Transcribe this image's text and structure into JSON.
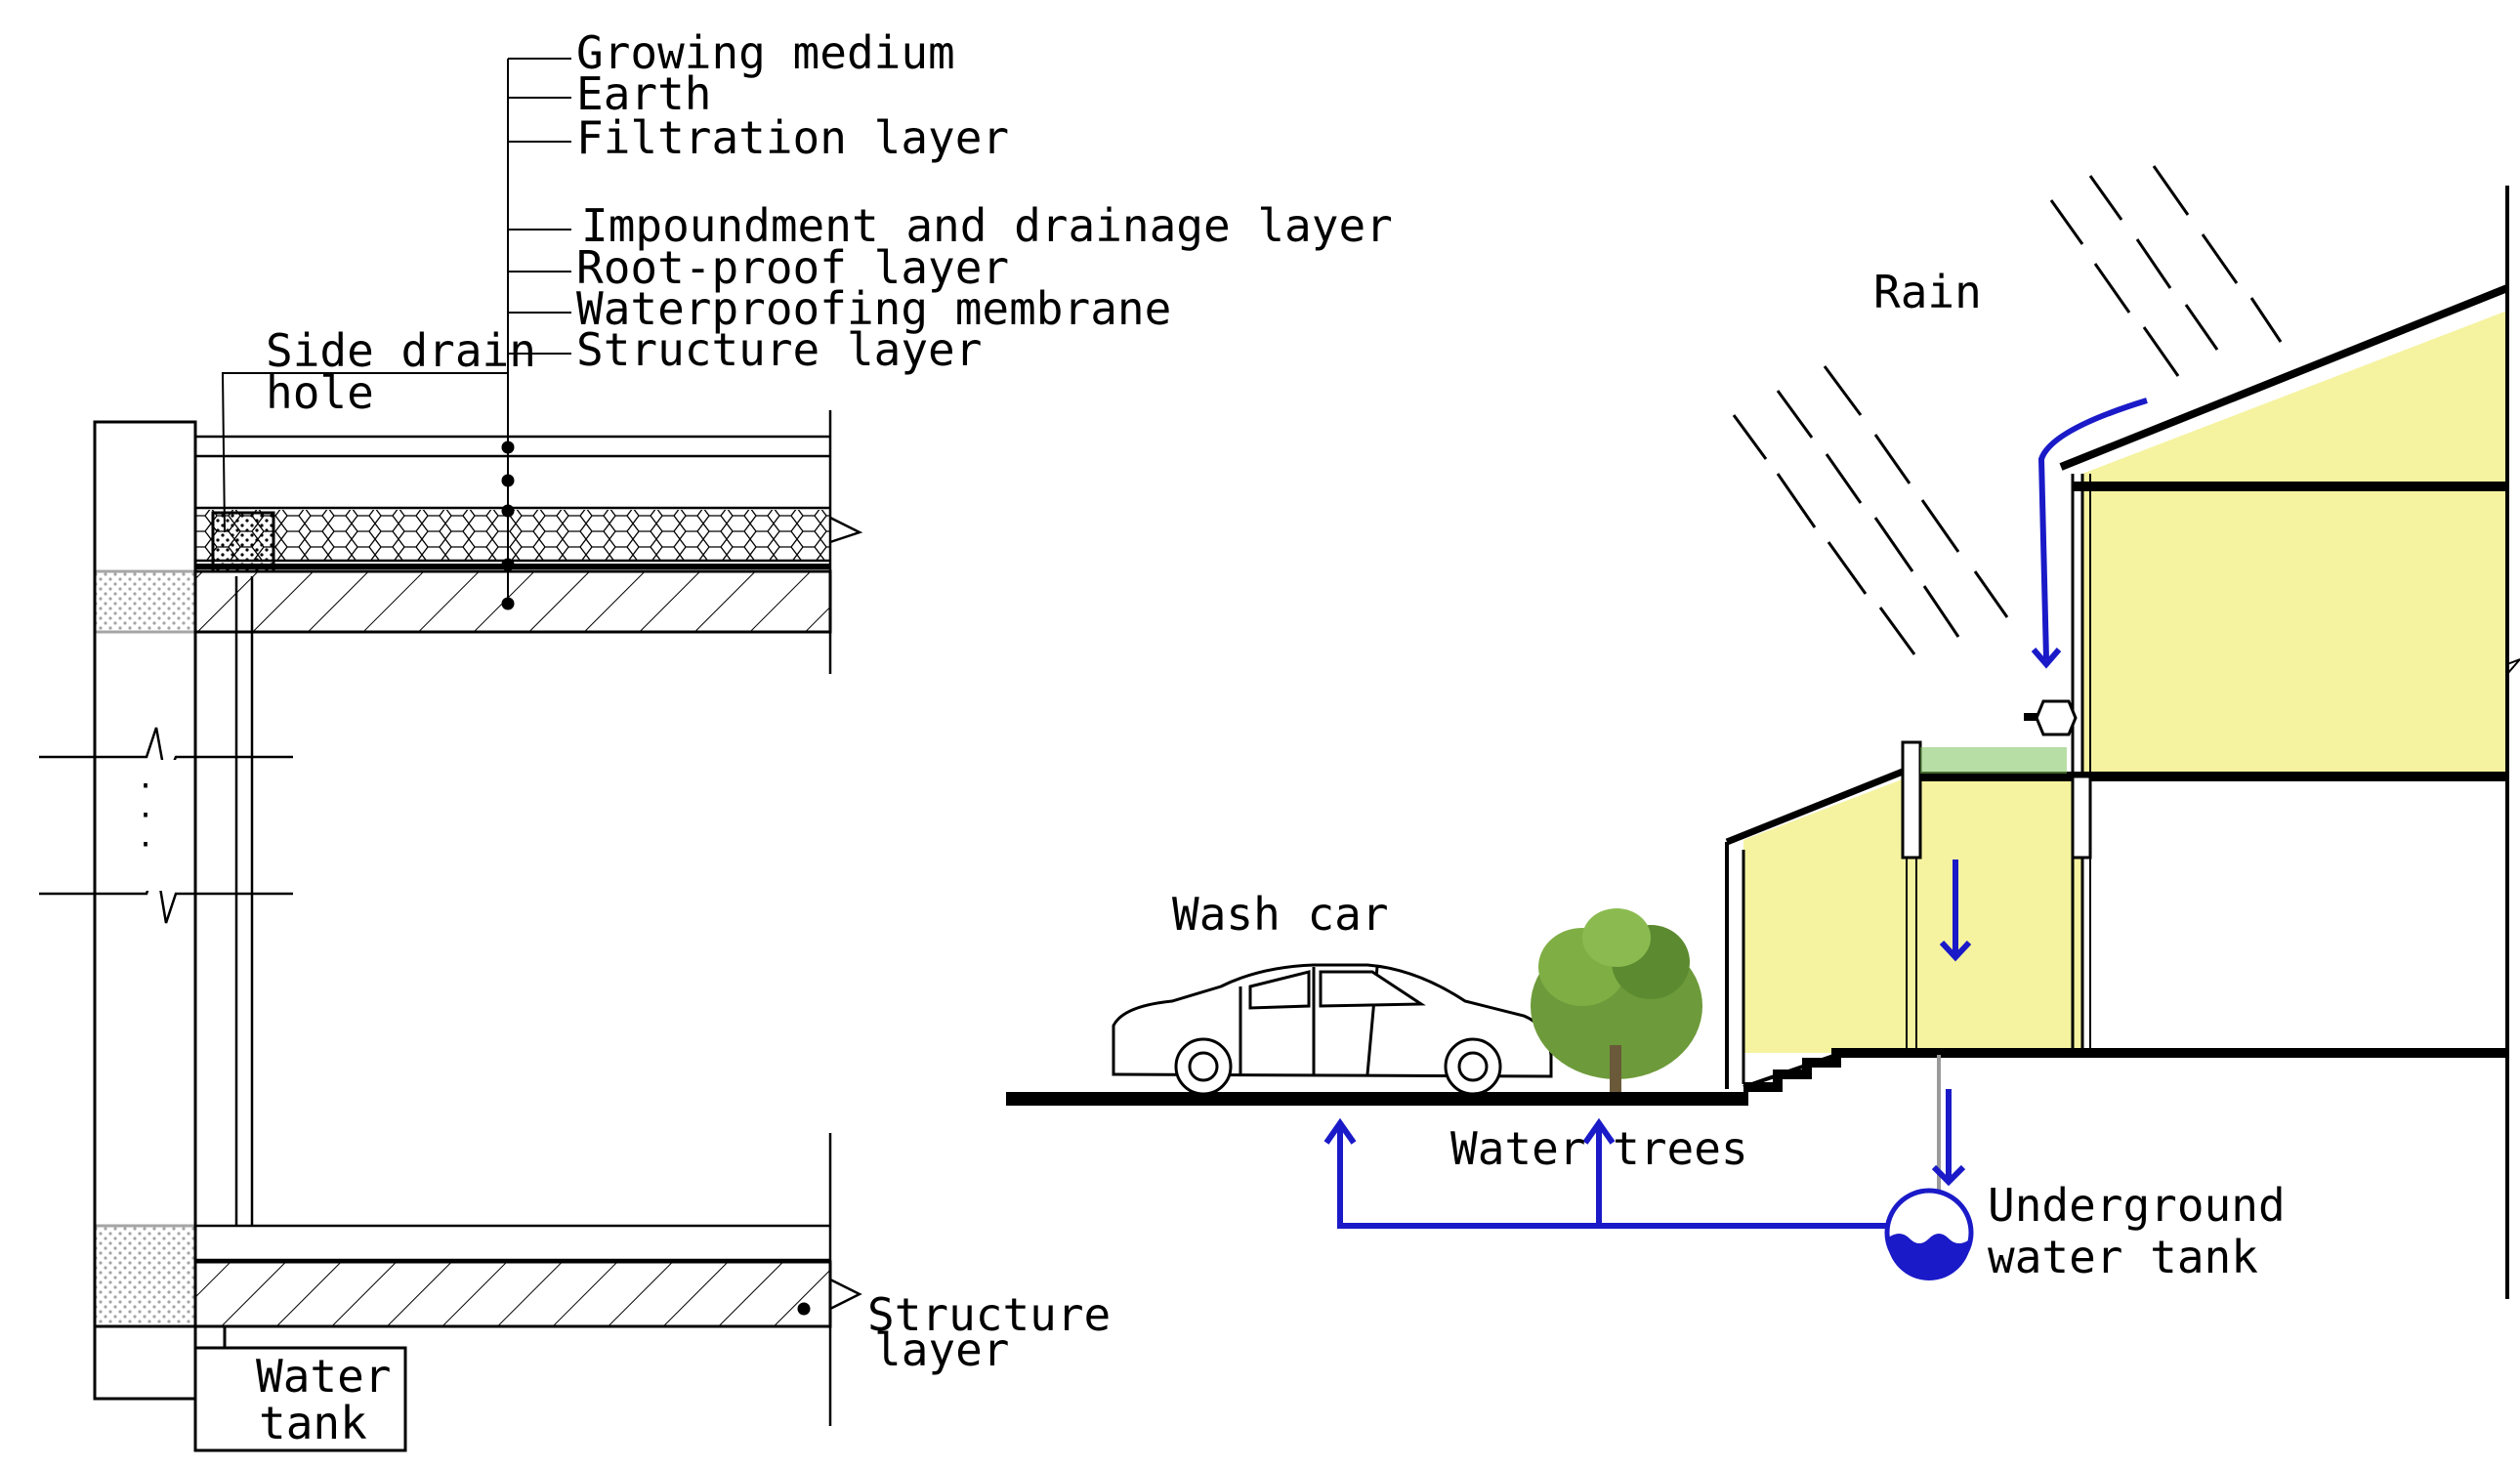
{
  "left_section": {
    "layer_labels": [
      "Growing medium",
      "Earth",
      "Filtration layer",
      "Impoundment and drainage layer",
      "Root-proof layer",
      "Waterproofing membrane",
      "Structure layer"
    ],
    "side_drain_label": [
      "Side drain",
      "hole"
    ],
    "structure_label": [
      "Structure",
      "layer"
    ],
    "water_tank_label": [
      "Water",
      "tank"
    ]
  },
  "right_section": {
    "rain_label": "Rain",
    "wash_car_label": "Wash car",
    "water_trees_label": "Water trees",
    "underground_tank_label": [
      "Underground",
      "water tank"
    ]
  },
  "colors": {
    "line": "#000000",
    "water_pipe": "#1a1ac8",
    "building_fill": "#f5f3a0",
    "grass": "#7cc25a",
    "tree": "#6d9a3a"
  }
}
